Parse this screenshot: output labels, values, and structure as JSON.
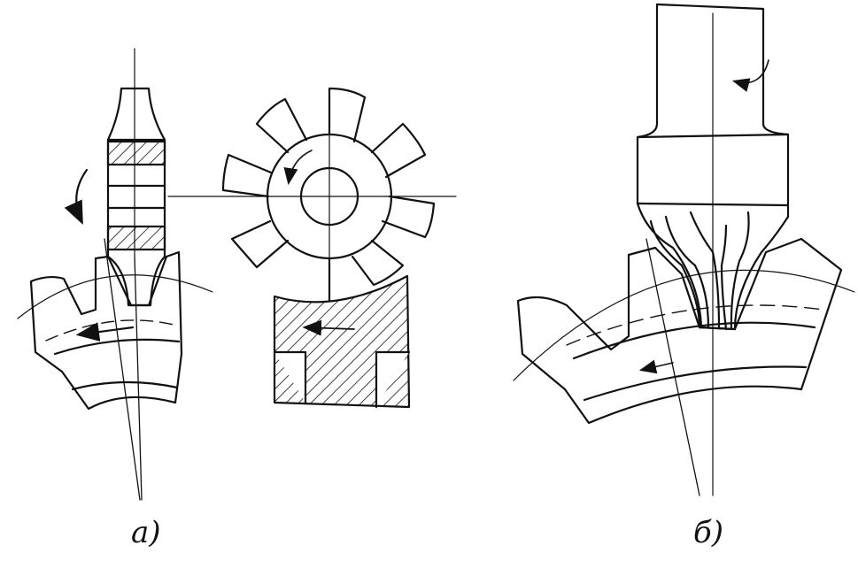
{
  "figure": {
    "ink_color": "#111111",
    "background": "#ffffff",
    "panels": [
      {
        "id": "a",
        "label": "а)"
      },
      {
        "id": "b",
        "label": "б)"
      }
    ]
  }
}
